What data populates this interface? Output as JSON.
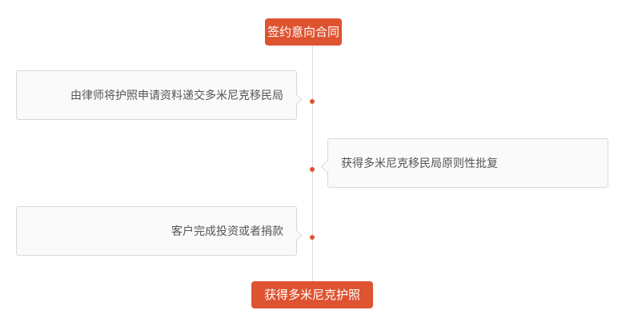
{
  "timeline": {
    "start_label": "签约意向合同",
    "end_label": "获得多米尼克护照",
    "steps": [
      {
        "text": "由律师将护照申请资料递交多米尼克移民局",
        "side": "left"
      },
      {
        "text": "获得多米尼克移民局原则性批复",
        "side": "right"
      },
      {
        "text": "客户完成投资或者捐款",
        "side": "left"
      }
    ],
    "accent_color": "#de5330"
  }
}
